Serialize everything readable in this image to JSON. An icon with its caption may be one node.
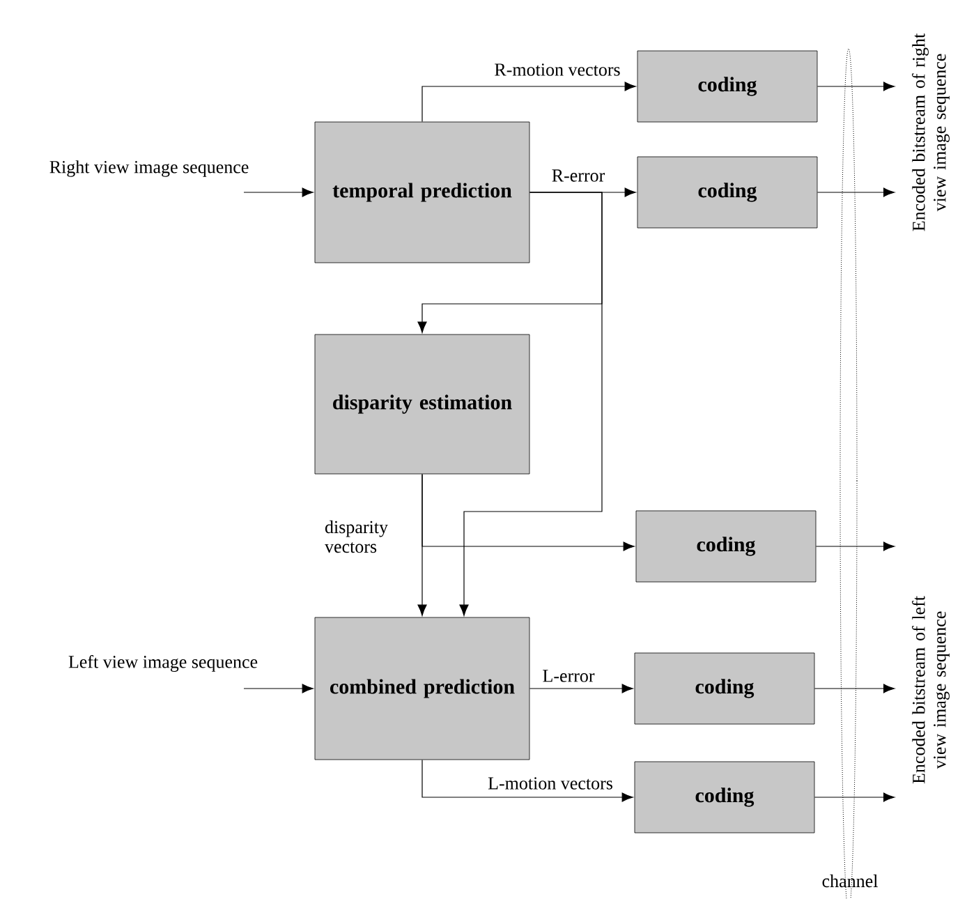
{
  "diagram": {
    "nodes": [
      {
        "text": [
          "temporal prediction"
        ]
      },
      {
        "text": [
          "disparity estimation"
        ]
      },
      {
        "text": [
          "combined prediction"
        ]
      },
      {
        "text": [
          "coding"
        ]
      },
      {
        "text": [
          "coding"
        ]
      },
      {
        "text": [
          "coding"
        ]
      },
      {
        "text": [
          "coding"
        ]
      },
      {
        "text": [
          "coding"
        ]
      }
    ],
    "edges": [
      {
        "from": 0,
        "to": 3,
        "arrow": "to",
        "label": "R-motion vectors"
      },
      {
        "from": 0,
        "to": 4,
        "arrow": "to",
        "label": "R-error"
      },
      {
        "from": 0,
        "to": 1,
        "arrow": "to"
      },
      {
        "from": 0,
        "to": 2,
        "arrow": "to"
      },
      {
        "from": 1,
        "to": 5,
        "arrow": "to",
        "label": "disparity vectors"
      },
      {
        "from": 1,
        "to": 2,
        "arrow": "to"
      },
      {
        "from": 2,
        "to": 6,
        "arrow": "to",
        "label": "L-error"
      },
      {
        "from": 2,
        "to": 7,
        "arrow": "to",
        "label": "L-motion vectors"
      },
      {
        "from": null,
        "to": 0,
        "arrow": "to"
      },
      {
        "from": null,
        "to": 2,
        "arrow": "to"
      },
      {
        "from": 3,
        "to": null,
        "arrow": "to"
      },
      {
        "from": 4,
        "to": null,
        "arrow": "to"
      },
      {
        "from": 5,
        "to": null,
        "arrow": "to"
      },
      {
        "from": 6,
        "to": null,
        "arrow": "to"
      },
      {
        "from": 7,
        "to": null,
        "arrow": "to"
      }
    ],
    "labels": [
      "Right view image sequence",
      "Encoded bitstream of right view image sequence",
      "Left view image sequence",
      "Encoded bitstream of left view image sequence",
      "channel"
    ]
  }
}
